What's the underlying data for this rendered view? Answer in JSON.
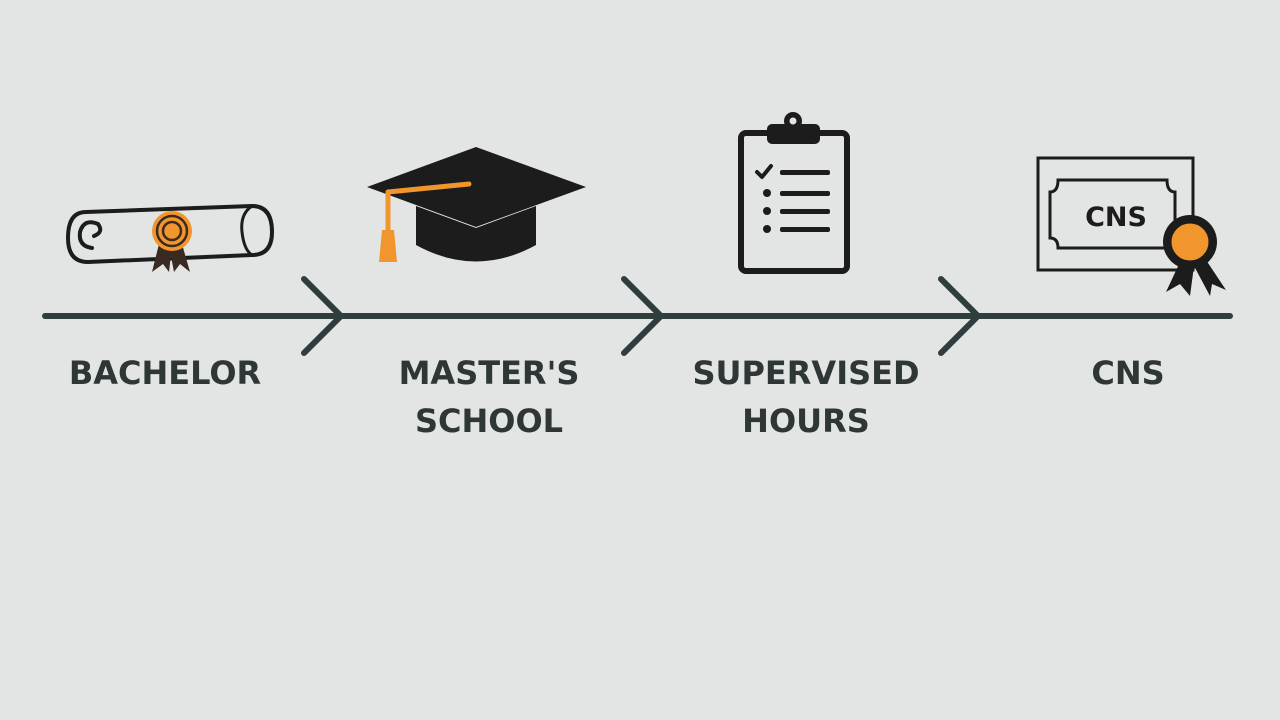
{
  "diagram": {
    "type": "timeline",
    "steps": [
      {
        "label": "BACHELOR",
        "icon": "diploma-scroll-icon"
      },
      {
        "label": "MASTER'S\nSCHOOL",
        "icon": "graduation-cap-icon"
      },
      {
        "label": "SUPERVISED\nHOURS",
        "icon": "clipboard-checklist-icon"
      },
      {
        "label": "CNS",
        "icon": "certificate-icon",
        "badge_text": "CNS"
      }
    ]
  },
  "colors": {
    "background": "#e3e5e5",
    "line": "#2f3d3e",
    "ink": "#1c1c1c",
    "accent": "#f0962c",
    "text": "#2f3636"
  }
}
